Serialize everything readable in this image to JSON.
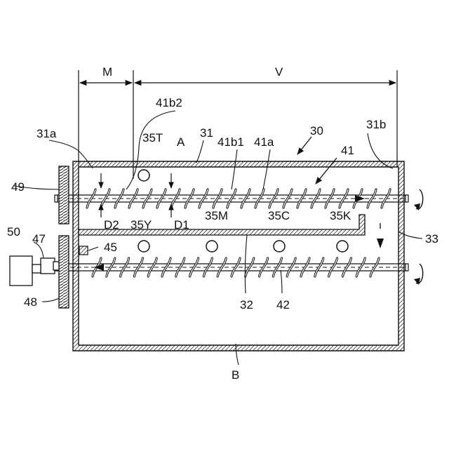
{
  "labels": {
    "M": "M",
    "V": "V",
    "41b2": "41b2",
    "35T": "35T",
    "31": "31",
    "41b1": "41b1",
    "41a": "41a",
    "30": "30",
    "31b": "31b",
    "31a": "31a",
    "A": "A",
    "41": "41",
    "49": "49",
    "33": "33",
    "50": "50",
    "47": "47",
    "D2": "D2",
    "D1": "D1",
    "35Y": "35Y",
    "35M": "35M",
    "35C": "35C",
    "35K": "35K",
    "45": "45",
    "48": "48",
    "32": "32",
    "42": "42",
    "B": "B"
  }
}
